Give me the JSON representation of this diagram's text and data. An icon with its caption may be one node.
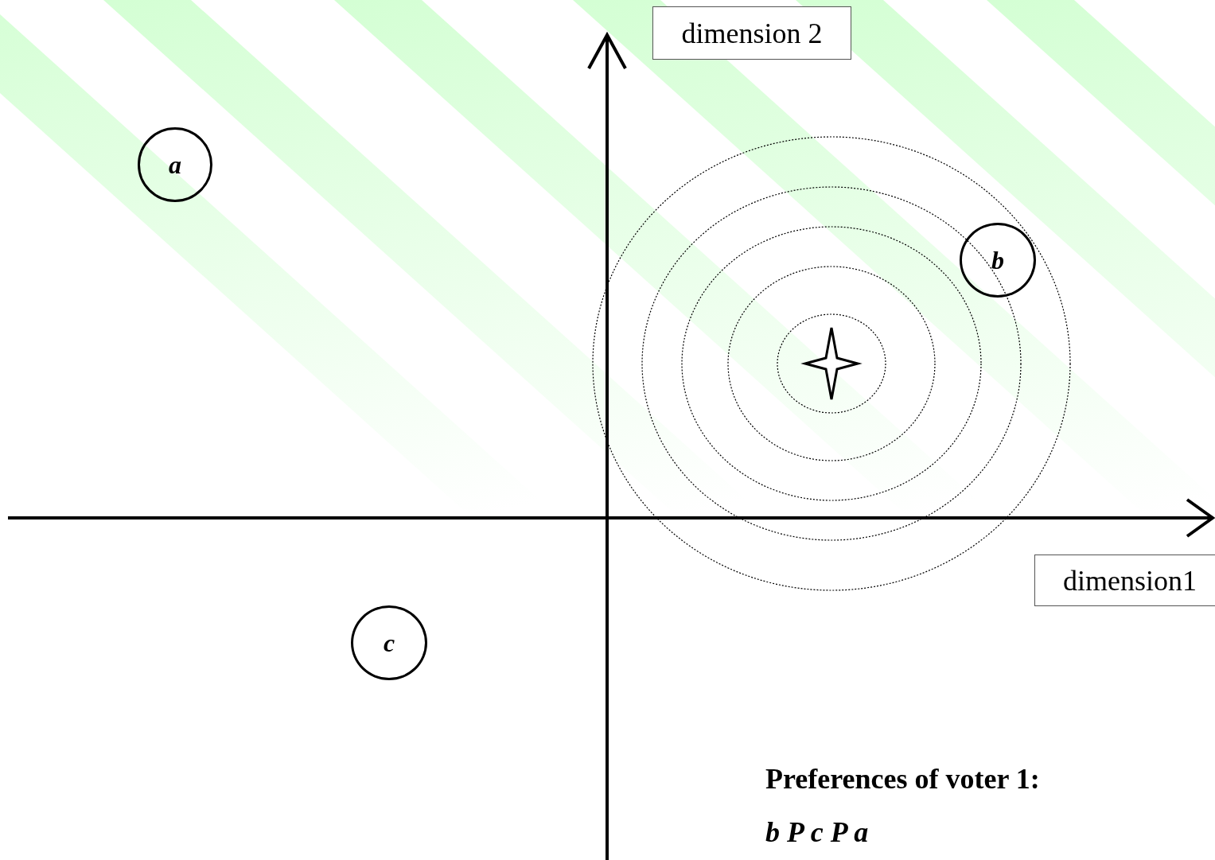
{
  "diagram": {
    "nodes": [
      {
        "text": [
          "dimension 2"
        ]
      },
      {
        "text": [
          "a"
        ]
      },
      {
        "text": [
          "b"
        ]
      },
      {
        "text": [
          "dimension1"
        ]
      },
      {
        "text": [
          "c"
        ]
      }
    ],
    "labels": [
      "Preferences of voter 1:",
      "b P c P a"
    ]
  }
}
